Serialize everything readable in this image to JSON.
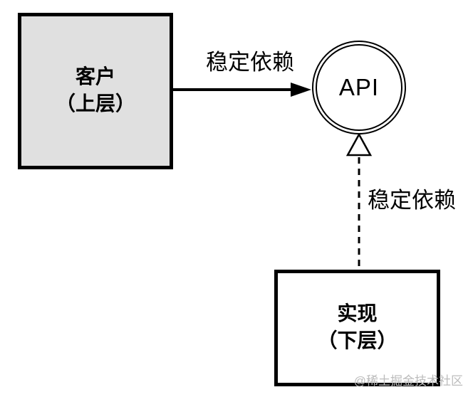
{
  "diagram": {
    "client_box": {
      "line1": "客户",
      "line2": "（上层）"
    },
    "api_node": {
      "label": "API"
    },
    "impl_box": {
      "line1": "实现",
      "line2": "（下层）"
    },
    "arrow_label": "稳定依赖",
    "dashed_label": "稳定依赖",
    "watermark": "@稀土掘金技术社区",
    "colors": {
      "line": "#000000",
      "client_box_fill": "#e0e0e0",
      "impl_box_fill": "#ffffff",
      "watermark": "#bcbcbc"
    }
  }
}
